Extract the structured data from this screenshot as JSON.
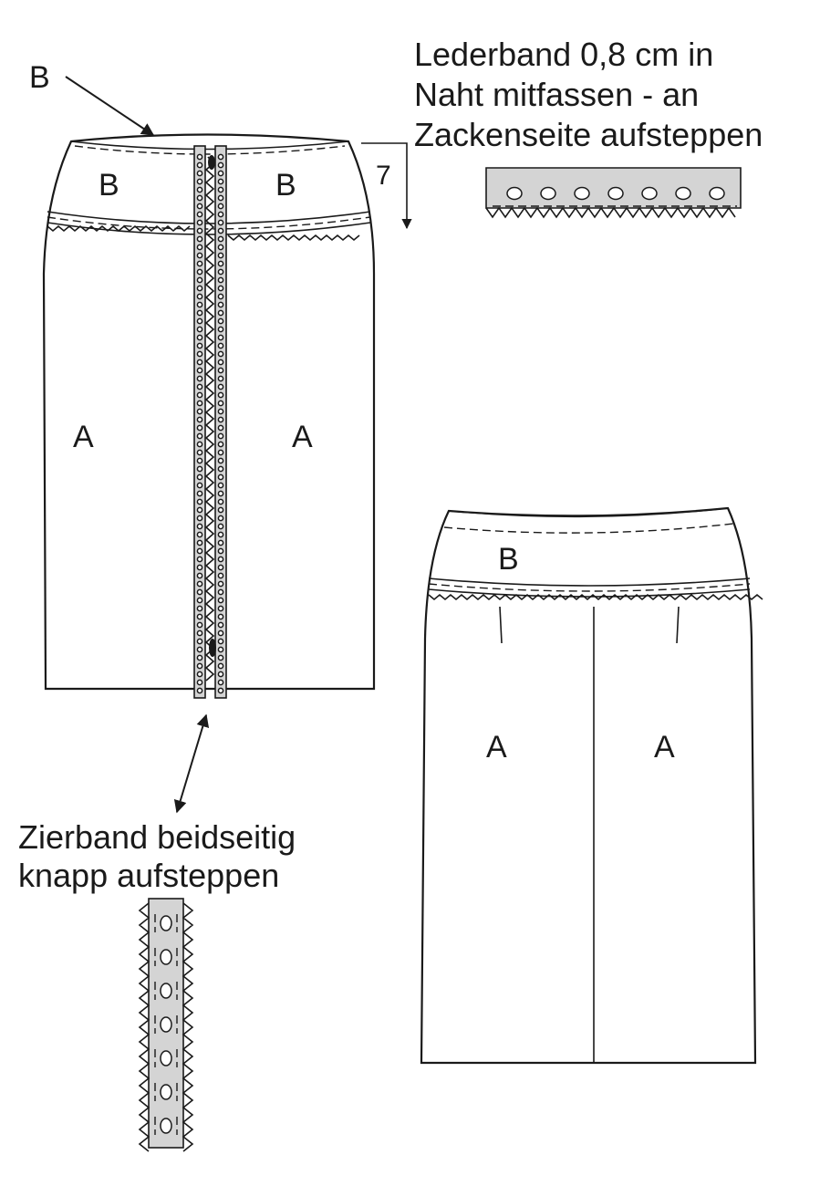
{
  "labels": {
    "front_waistband_pointer": "B",
    "front_waistband_left": "B",
    "front_waistband_right": "B",
    "front_skirt_left": "A",
    "front_skirt_right": "A",
    "back_waistband": "B",
    "back_skirt_left": "A",
    "back_skirt_right": "A",
    "measurement": "7"
  },
  "notes": {
    "leather_band_line1": "Lederband 0,8 cm in",
    "leather_band_line2": "Naht mitfassen - an",
    "leather_band_line3": "Zackenseite aufsteppen",
    "trim_band_line1": "Zierband beidseitig",
    "trim_band_line2": "knapp aufsteppen"
  },
  "colors": {
    "line": "#1a1a1a",
    "tape_fill": "#d4d4d4",
    "background": "#ffffff"
  }
}
